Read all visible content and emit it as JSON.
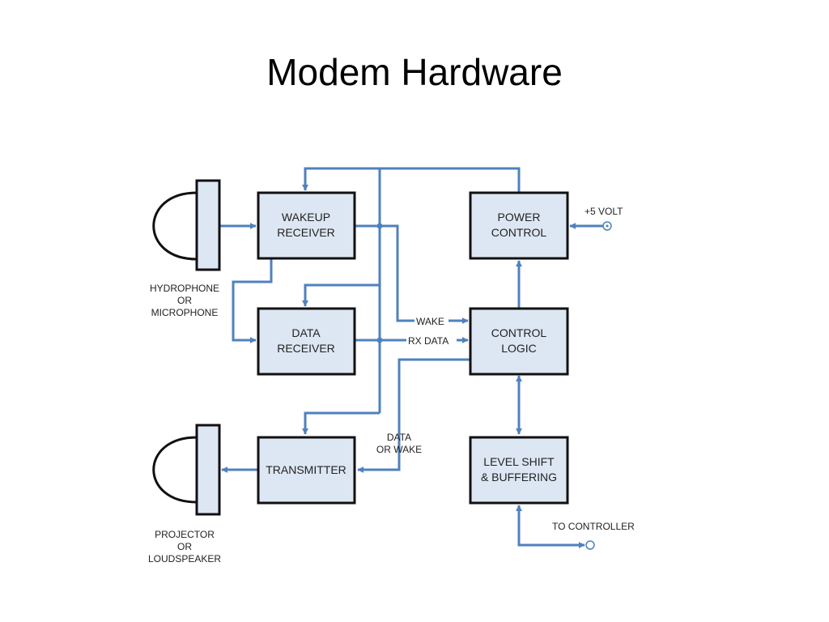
{
  "title": "Modem Hardware",
  "colors": {
    "box_fill": "#dde7f3",
    "box_stroke": "#111111",
    "wire": "#4f81bd"
  },
  "blocks": {
    "wakeup_receiver": [
      "WAKEUP",
      "RECEIVER"
    ],
    "data_receiver": [
      "DATA",
      "RECEIVER"
    ],
    "transmitter": [
      "TRANSMITTER"
    ],
    "power_control": [
      "POWER",
      "CONTROL"
    ],
    "control_logic": [
      "CONTROL",
      "LOGIC"
    ],
    "level_shift": [
      "LEVEL SHIFT",
      "& BUFFERING"
    ]
  },
  "transducers": {
    "hydrophone": [
      "HYDROPHONE",
      "OR",
      "MICROPHONE"
    ],
    "projector": [
      "PROJECTOR",
      "OR",
      "LOUDSPEAKER"
    ]
  },
  "wire_labels": {
    "wake": "WAKE",
    "rx_data": "RX DATA",
    "data_or_wake": [
      "DATA",
      "OR WAKE"
    ],
    "plus_5_volt": "+5 VOLT",
    "to_controller": "TO CONTROLLER"
  }
}
